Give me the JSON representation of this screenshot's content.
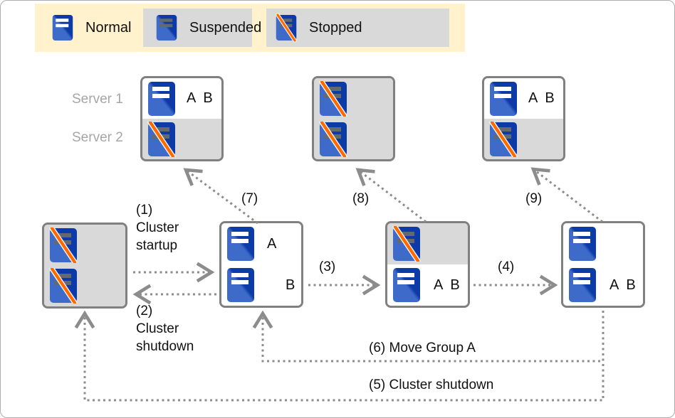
{
  "legend": {
    "normal": {
      "label": "Normal",
      "state": "normal"
    },
    "suspended": {
      "label": "Suspended",
      "state": "suspended"
    },
    "stopped": {
      "label": "Stopped",
      "state": "stopped"
    }
  },
  "server_rows": {
    "server1": "Server 1",
    "server2": "Server 2"
  },
  "boxes": {
    "top_left": {
      "row1_state": "normal",
      "row1_groups": "A  B",
      "row2_state": "stopped"
    },
    "top_center": {
      "row1_state": "stopped",
      "row2_state": "stopped"
    },
    "top_right": {
      "row1_state": "normal",
      "row1_groups": "A  B",
      "row2_state": "stopped"
    },
    "mid_left": {
      "row1_state": "stopped",
      "row2_state": "stopped"
    },
    "mid_center_left": {
      "row1_state": "normal",
      "row1_groups": "A",
      "row2_state": "normal",
      "row2_groups": "B"
    },
    "mid_center_right": {
      "row1_state": "stopped",
      "row2_state": "normal",
      "row2_groups": "A  B"
    },
    "mid_right": {
      "row1_state": "normal",
      "row2_state": "normal",
      "row2_groups": "A  B"
    }
  },
  "arrows": {
    "step1": "(1)\nCluster\nstartup",
    "step2": "(2)\nCluster\nshutdown",
    "step3": "(3)",
    "step4": "(4)",
    "step5": "(5) Cluster shutdown",
    "step6": "(6) Move Group A",
    "step7": "(7)",
    "step8": "(8)",
    "step9": "(9)"
  },
  "colors": {
    "server_blue_dark": "#0C3AA6",
    "server_blue_light": "#3E6BC9",
    "stopped_slash_orange": "#FF6A00",
    "legend_background": "#FFF2CC",
    "inactive_gray": "#D9D9D9",
    "box_border_gray": "#808080",
    "arrow_gray": "#8C8C8C",
    "row_label_gray": "#A6A6A6"
  }
}
